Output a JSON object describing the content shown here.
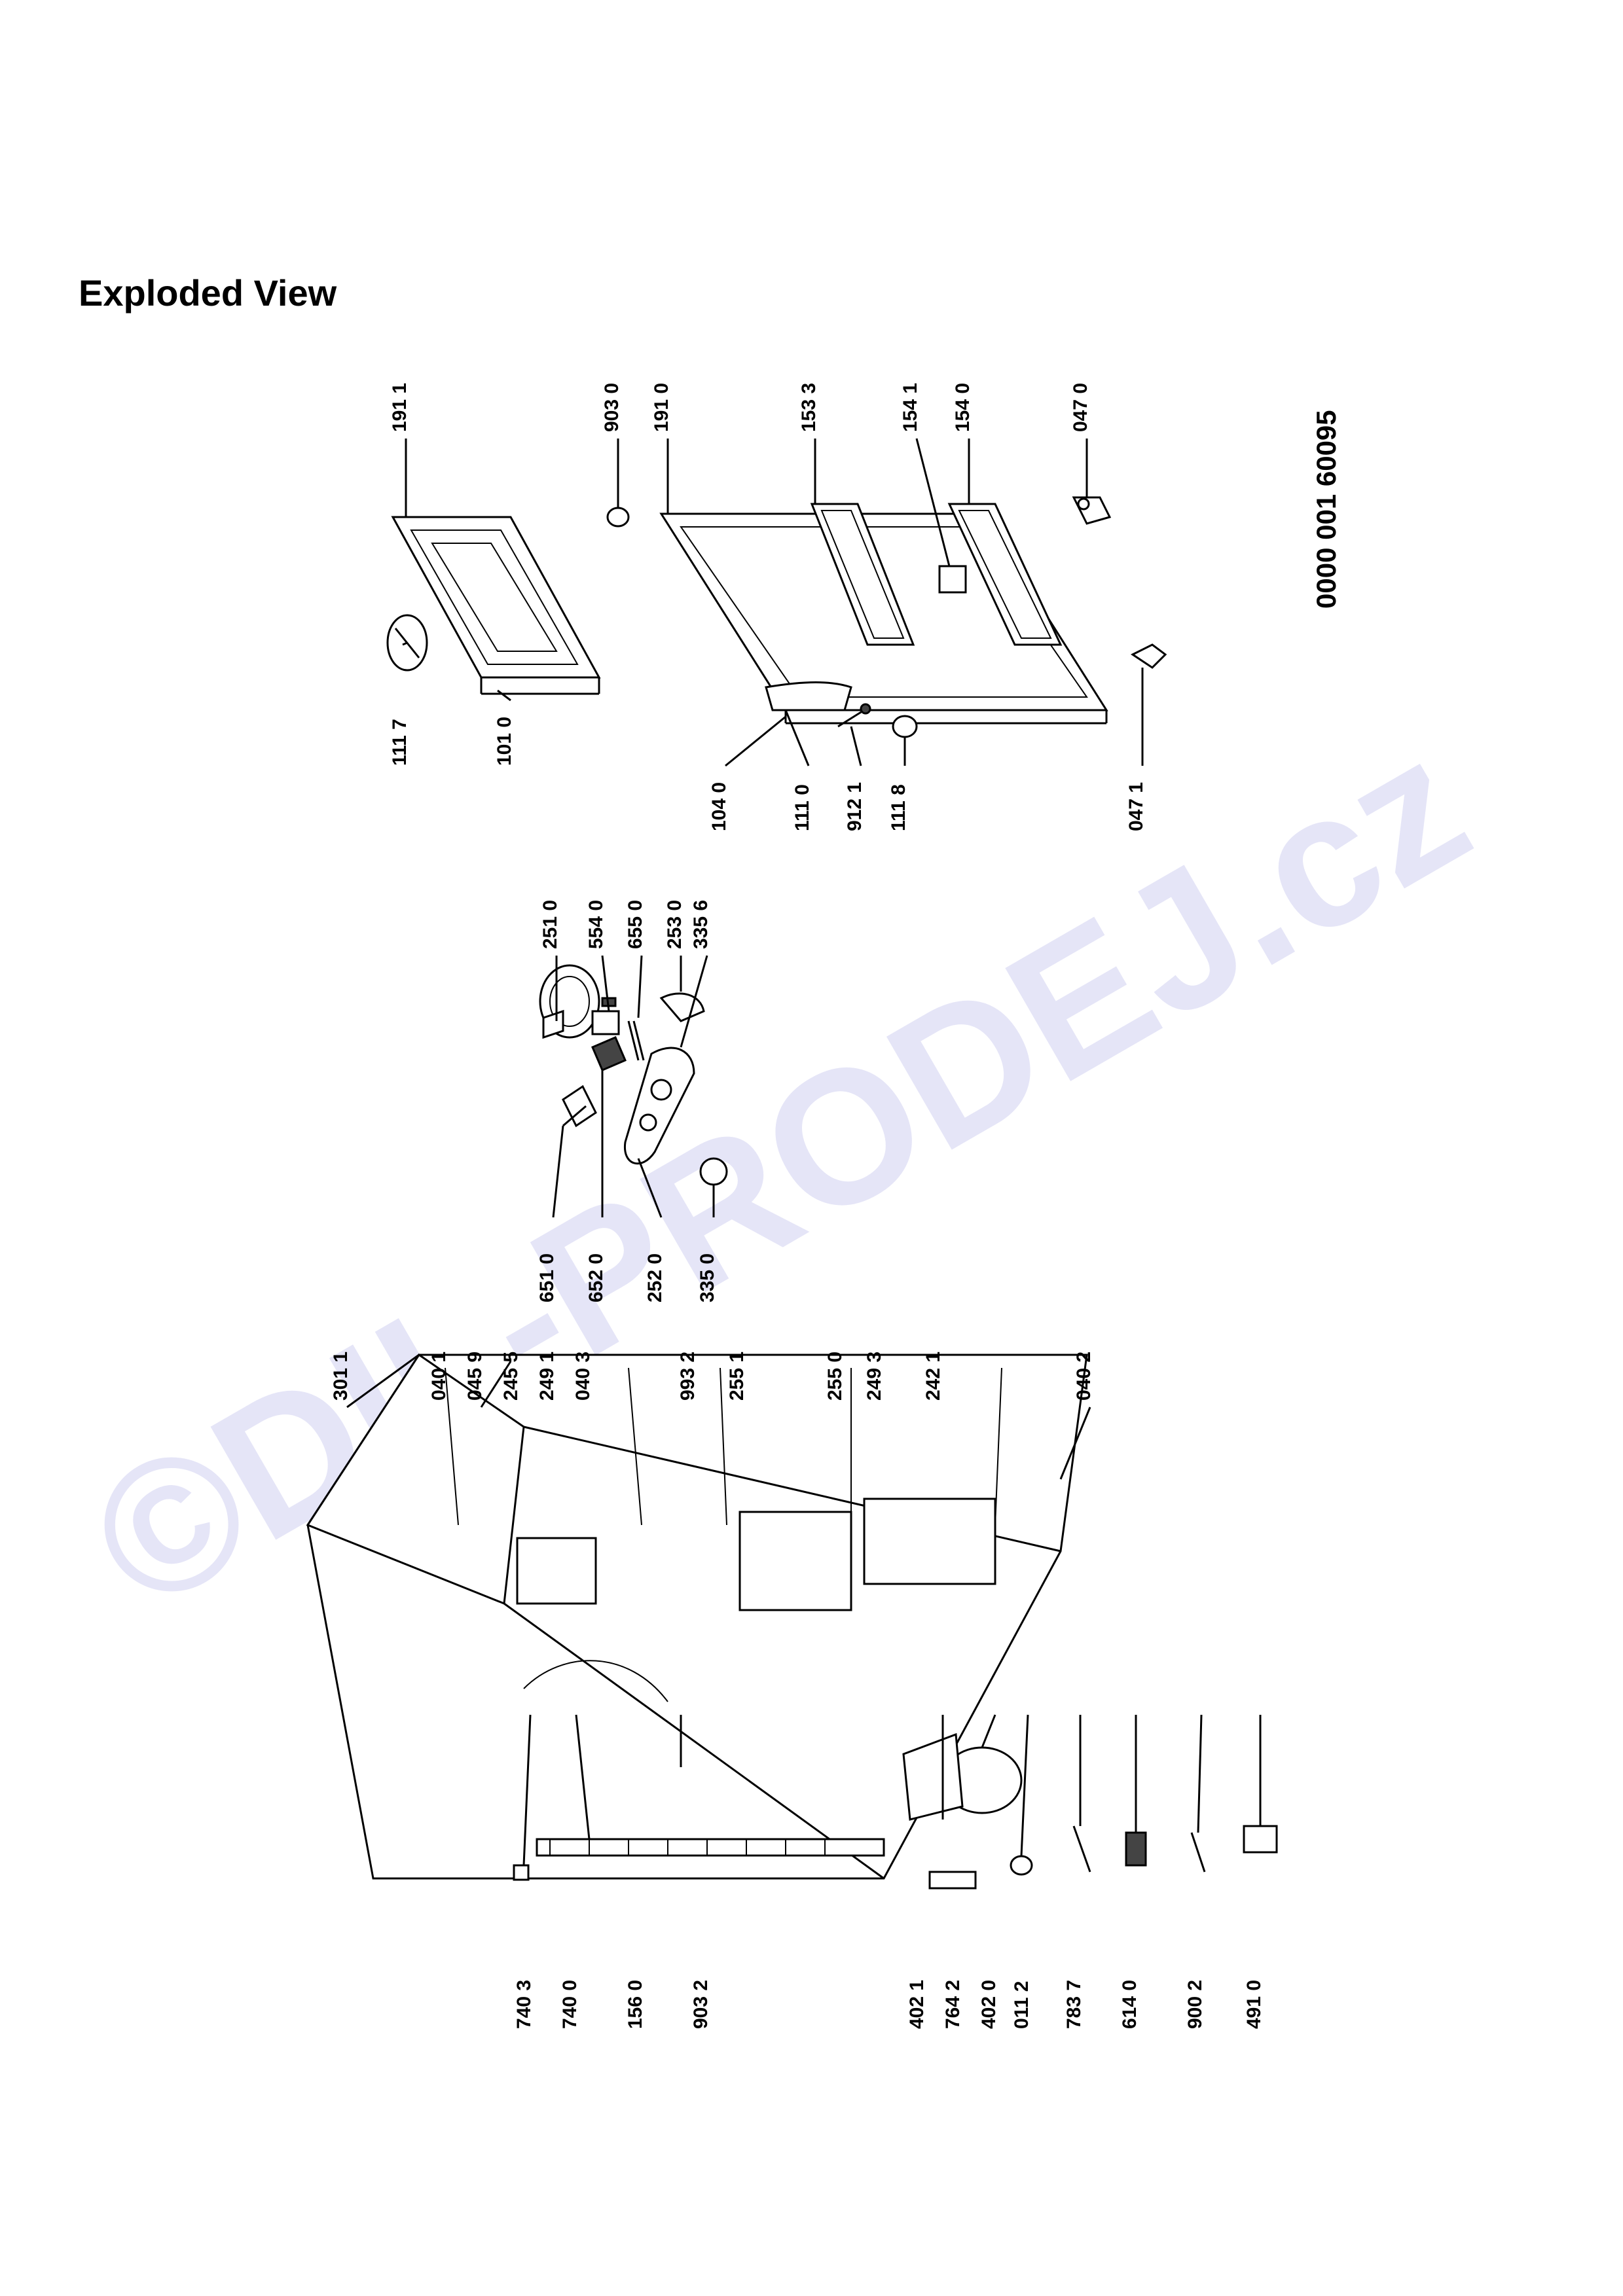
{
  "title": "Exploded View",
  "drawing_code": "0000 001 60095",
  "watermark": "©DIL-PRODEJ.cz",
  "part_labels": {
    "p1117": "111 7",
    "p1010": "101 0",
    "p1911a": "191 1",
    "p9030": "903 0",
    "p1910": "191 0",
    "p1533": "153 3",
    "p1541": "154 1",
    "p1540": "154 0",
    "p0470": "047 0",
    "p1040": "104 0",
    "p1110": "111 0",
    "p9121": "912 1",
    "p1118": "111 8",
    "p0471": "047 1",
    "p2510": "251 0",
    "p5540": "554 0",
    "p6550": "655 0",
    "p2530": "253 0",
    "p3356": "335 6",
    "p6510": "651 0",
    "p6520": "652 0",
    "p2520": "252 0",
    "p3350": "335 0",
    "p3011": "301 1",
    "p0401": "040 1",
    "p0459": "045 9",
    "p2455": "245 5",
    "p2491": "249 1",
    "p0403": "040 3",
    "p9932": "993 2",
    "p2551": "255 1",
    "p2550": "255 0",
    "p2493": "249 3",
    "p2421": "242 1",
    "p0402": "040 2",
    "p7403": "740 3",
    "p7400": "740 0",
    "p1560": "156 0",
    "p9032": "903 2",
    "p4021": "402 1",
    "p7642": "764 2",
    "p4020": "402 0",
    "p0112": "011 2",
    "p7837": "783 7",
    "p6140": "614 0",
    "p9002": "900 2",
    "p4910": "491 0"
  }
}
